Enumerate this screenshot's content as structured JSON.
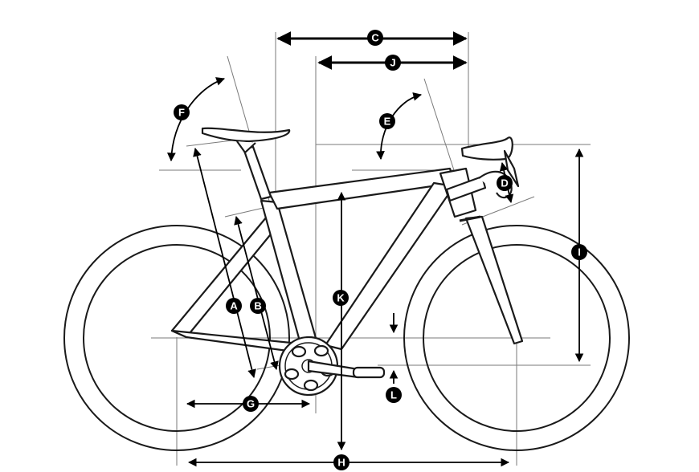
{
  "labels": {
    "A": "A",
    "B": "B",
    "C": "C",
    "D": "D",
    "E": "E",
    "F": "F",
    "G": "G",
    "H": "H",
    "I": "I",
    "J": "J",
    "K": "K",
    "L": "L"
  },
  "colors": {
    "line": "#1a1a1a",
    "guide": "#7a7a7a",
    "badge": "#000000"
  }
}
